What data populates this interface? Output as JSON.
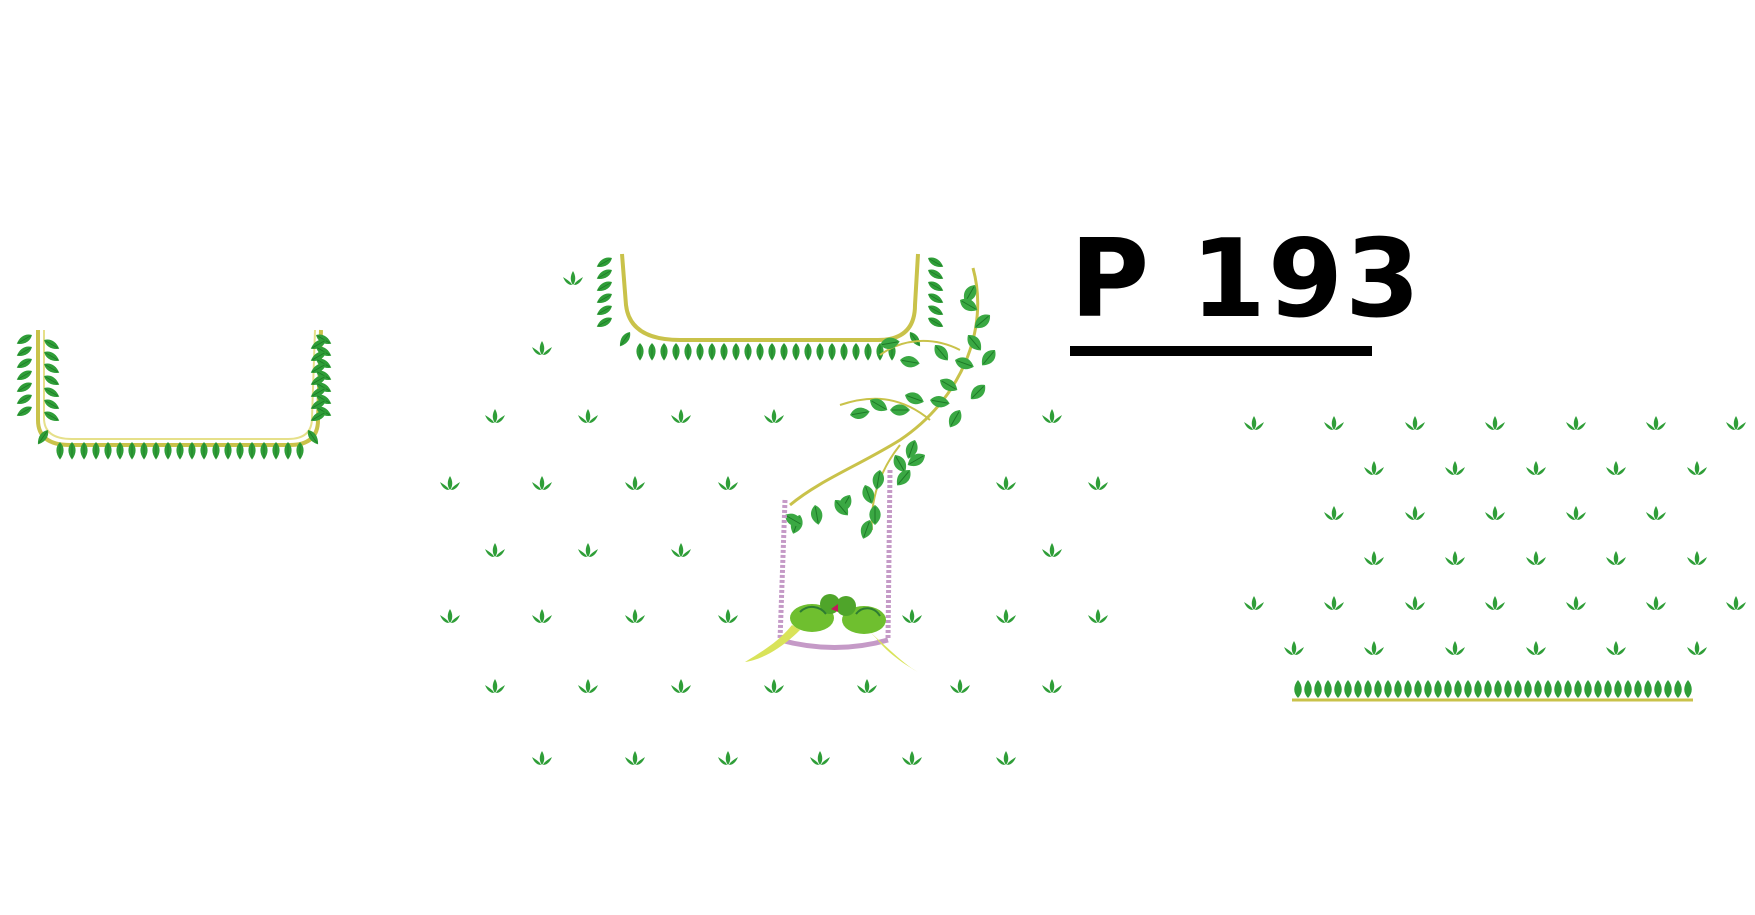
{
  "design": {
    "code": "P 193"
  },
  "palette": {
    "leaf": "#2f9e38",
    "leaf_dark": "#1d7a27",
    "stem": "#c9c24a",
    "parrot": "#6fbf2f",
    "parrot_tail": "#d9e35a",
    "swing_rope": "#c59ac7",
    "text": "#000000"
  },
  "panels": [
    {
      "name": "sleeve-neckline",
      "motif": "leaf-border"
    },
    {
      "name": "front-blouse",
      "motif": "parrots-on-swing-with-vine"
    },
    {
      "name": "back-sleeve",
      "motif": "leaf-buti-grid-with-border"
    }
  ]
}
